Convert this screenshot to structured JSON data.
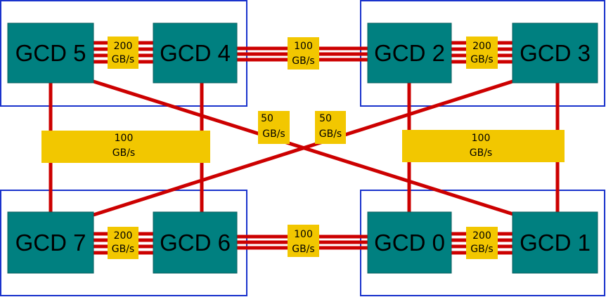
{
  "colors": {
    "box_fill": "#008080",
    "box_stroke": "#0b5f5f",
    "frame": "#1a33cc",
    "link": "#cc0000",
    "label_bg": "#f2c700"
  },
  "gcds": [
    {
      "id": "gcd5",
      "label": "GCD 5"
    },
    {
      "id": "gcd4",
      "label": "GCD 4"
    },
    {
      "id": "gcd2",
      "label": "GCD 2"
    },
    {
      "id": "gcd3",
      "label": "GCD 3"
    },
    {
      "id": "gcd7",
      "label": "GCD 7"
    },
    {
      "id": "gcd6",
      "label": "GCD 6"
    },
    {
      "id": "gcd0",
      "label": "GCD 0"
    },
    {
      "id": "gcd1",
      "label": "GCD 1"
    }
  ],
  "links": [
    {
      "id": "gcd5-gcd4",
      "from": "GCD 5",
      "to": "GCD 4",
      "bandwidth": "200 GB/s",
      "lines": [
        "200",
        "GB/s"
      ]
    },
    {
      "id": "gcd4-gcd2",
      "from": "GCD 4",
      "to": "GCD 2",
      "bandwidth": "100 GB/s",
      "lines": [
        "100",
        "GB/s"
      ]
    },
    {
      "id": "gcd2-gcd3",
      "from": "GCD 2",
      "to": "GCD 3",
      "bandwidth": "200 GB/s",
      "lines": [
        "200",
        "GB/s"
      ]
    },
    {
      "id": "gcd7-gcd6",
      "from": "GCD 7",
      "to": "GCD 6",
      "bandwidth": "200 GB/s",
      "lines": [
        "200",
        "GB/s"
      ]
    },
    {
      "id": "gcd6-gcd0",
      "from": "GCD 6",
      "to": "GCD 0",
      "bandwidth": "100 GB/s",
      "lines": [
        "100",
        "GB/s"
      ]
    },
    {
      "id": "gcd0-gcd1",
      "from": "GCD 0",
      "to": "GCD 1",
      "bandwidth": "200 GB/s",
      "lines": [
        "200",
        "GB/s"
      ]
    },
    {
      "id": "left-vertical",
      "from": "GCD 5 / GCD 4",
      "to": "GCD 7 / GCD 6",
      "bandwidth": "100 GB/s",
      "lines": [
        "100",
        "GB/s"
      ]
    },
    {
      "id": "right-vertical",
      "from": "GCD 2 / GCD 3",
      "to": "GCD 0 / GCD 1",
      "bandwidth": "100 GB/s",
      "lines": [
        "100",
        "GB/s"
      ]
    },
    {
      "id": "gcd5-gcd1",
      "from": "GCD 5",
      "to": "GCD 1",
      "bandwidth": "50 GB/s",
      "lines": [
        "50",
        "GB/s"
      ]
    },
    {
      "id": "gcd3-gcd7",
      "from": "GCD 3",
      "to": "GCD 7",
      "bandwidth": "50 GB/s",
      "lines": [
        "50",
        "GB/s"
      ]
    }
  ]
}
